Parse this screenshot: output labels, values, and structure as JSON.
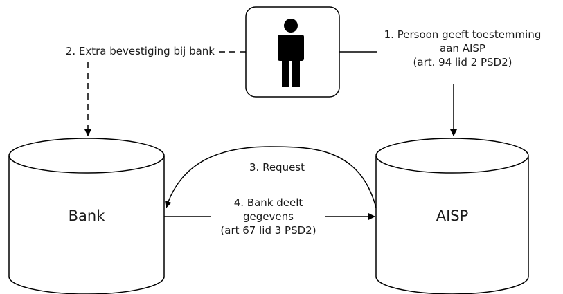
{
  "nodes": {
    "person": {
      "icon": "person-icon"
    },
    "bank": {
      "label": "Bank"
    },
    "aisp": {
      "label": "AISP"
    }
  },
  "edges": {
    "consent": {
      "line1": "1. Persoon geeft toestemming",
      "line2": "aan AISP",
      "line3": "(art. 94 lid 2 PSD2)"
    },
    "extra_confirmation": {
      "label": "2. Extra bevestiging bij bank"
    },
    "request": {
      "label": "3. Request"
    },
    "share_data": {
      "line1": "4. Bank deelt",
      "line2": "gegevens",
      "line3": "(art 67 lid 3 PSD2)"
    }
  }
}
